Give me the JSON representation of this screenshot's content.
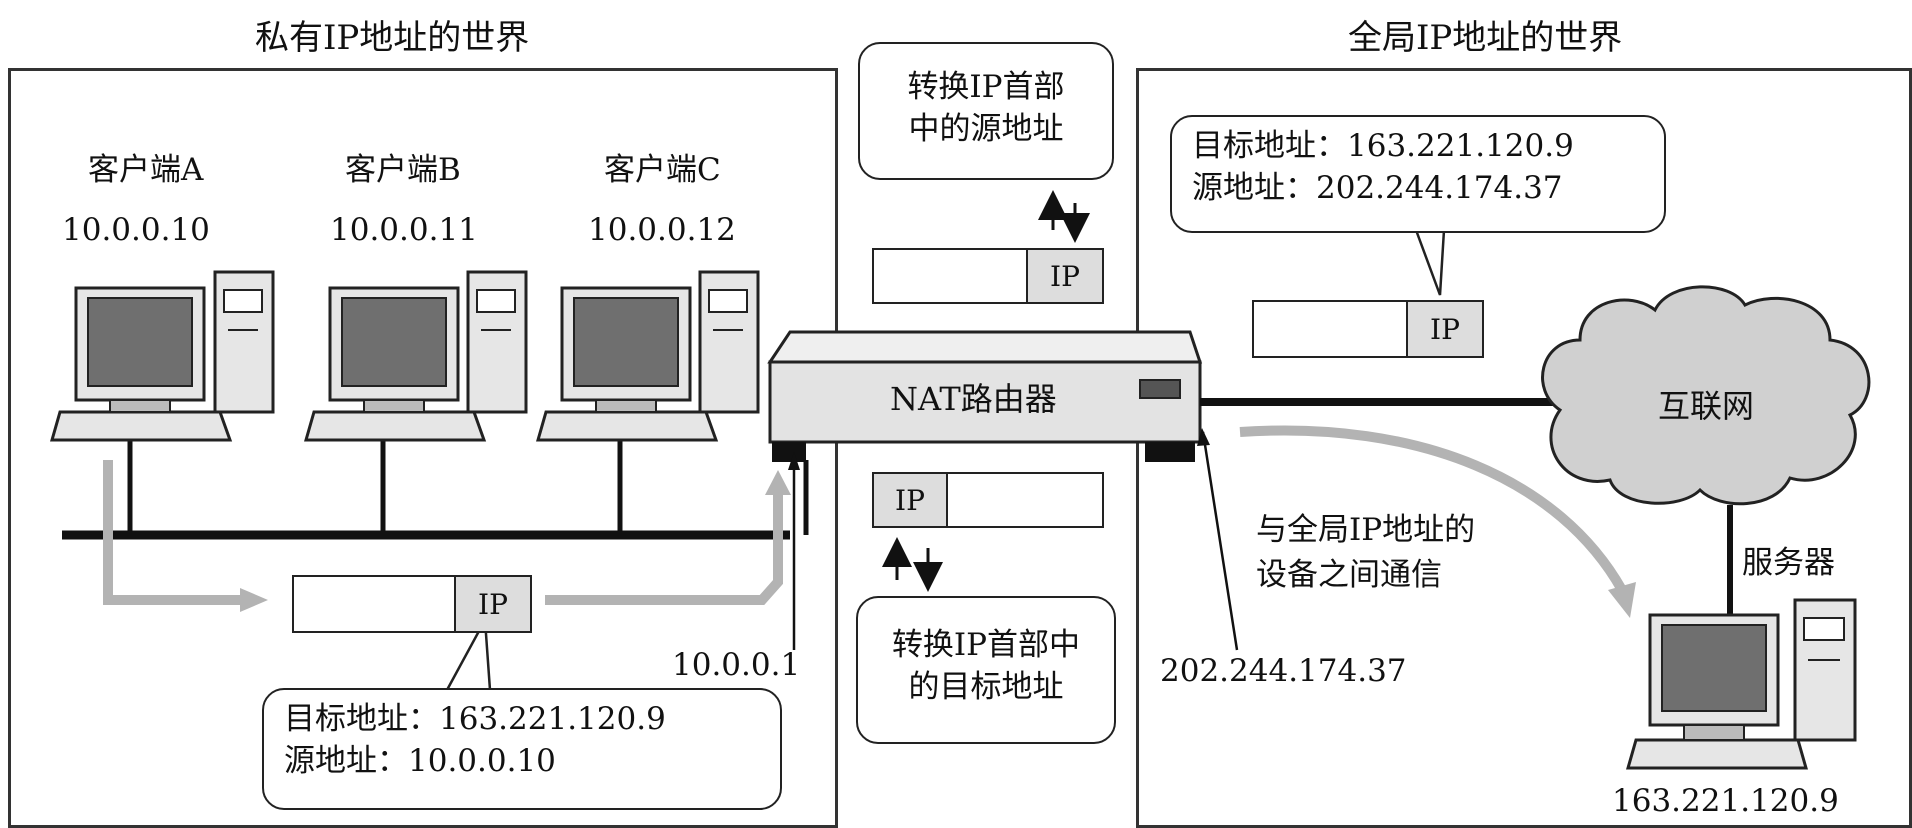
{
  "regions": {
    "private": {
      "title": "私有IP地址的世界"
    },
    "global": {
      "title": "全局IP地址的世界"
    }
  },
  "clients": [
    {
      "name": "客户端A",
      "ip": "10.0.0.10"
    },
    {
      "name": "客户端B",
      "ip": "10.0.0.11"
    },
    {
      "name": "客户端C",
      "ip": "10.0.0.12"
    }
  ],
  "router": {
    "label": "NAT路由器",
    "lan_ip": "10.0.0.1",
    "wan_ip": "202.244.174.37"
  },
  "packet": {
    "header_label": "IP"
  },
  "bubbles": {
    "translate_src": {
      "line1": "转换IP首部",
      "line2": "中的源地址"
    },
    "translate_dst": {
      "line1": "转换IP首部中",
      "line2": "的目标地址"
    },
    "private_packet": {
      "line1": "目标地址：163.221.120.9",
      "line2": "源地址：10.0.0.10"
    },
    "global_packet": {
      "line1": "目标地址：163.221.120.9",
      "line2": "源地址：202.244.174.37"
    }
  },
  "internet": {
    "label": "互联网"
  },
  "comm_note": {
    "line1": "与全局IP地址的",
    "line2": "设备之间通信"
  },
  "server": {
    "label": "服务器",
    "ip": "163.221.120.9"
  }
}
